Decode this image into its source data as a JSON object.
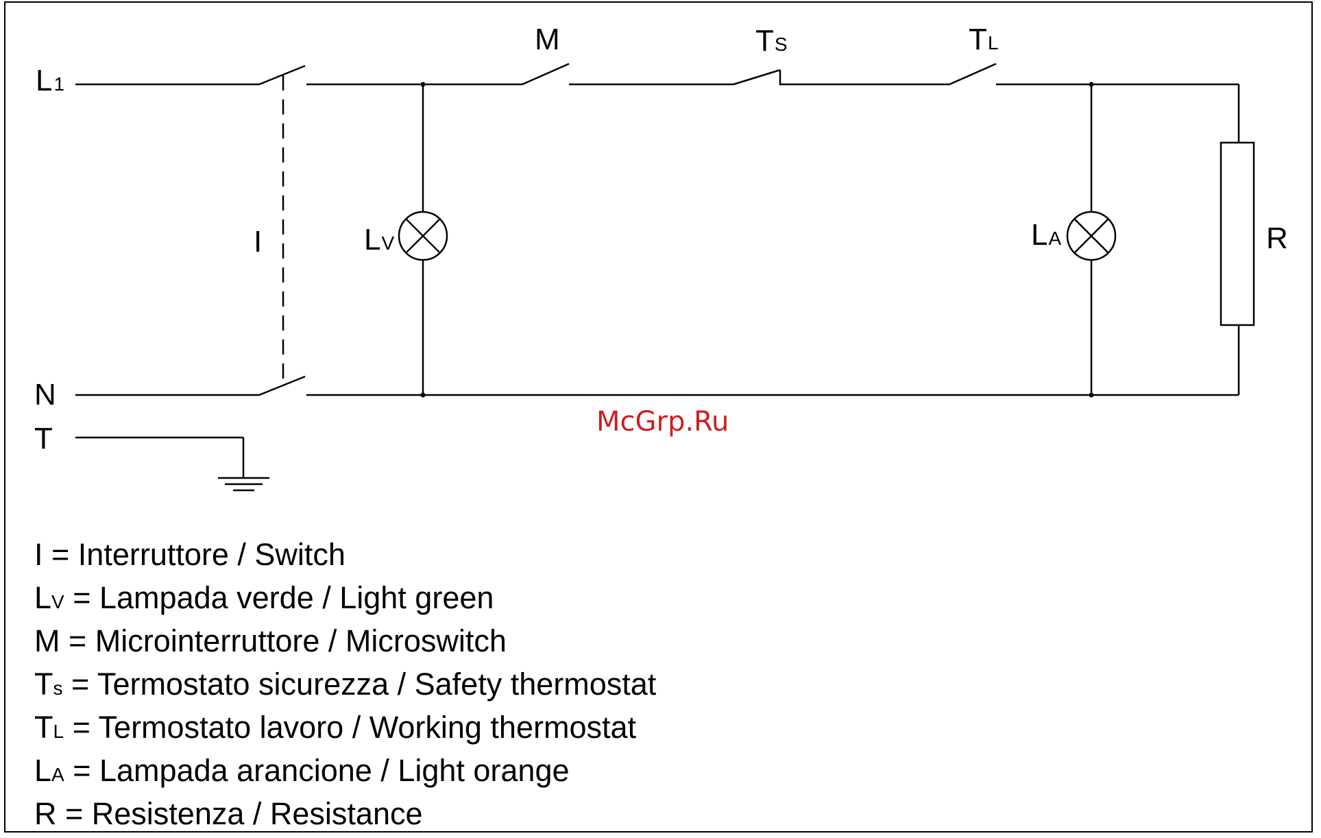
{
  "diagram": {
    "terminals": {
      "l1": {
        "main": "L",
        "sub": "1"
      },
      "n": "N",
      "t": "T"
    },
    "components": {
      "switch_i": "I",
      "microswitch": "M",
      "safety_thermostat": {
        "main": "T",
        "sub": "S"
      },
      "working_thermostat": {
        "main": "T",
        "sub": "L"
      },
      "lamp_green": {
        "main": "L",
        "sub": "V"
      },
      "lamp_orange": {
        "main": "L",
        "sub": "A"
      },
      "resistance": "R"
    },
    "watermark": "McGrp.Ru",
    "colors": {
      "line": "#000000",
      "watermark": "#cc1f1f",
      "background": "#ffffff"
    }
  },
  "legend": [
    {
      "sym": "I",
      "sub": "",
      "text": " = Interruttore / Switch"
    },
    {
      "sym": "L",
      "sub": "V",
      "text": " = Lampada verde / Light green"
    },
    {
      "sym": "M",
      "sub": "",
      "text": " = Microinterruttore / Microswitch"
    },
    {
      "sym": "T",
      "sub": "s",
      "text": " = Termostato sicurezza / Safety thermostat"
    },
    {
      "sym": "T",
      "sub": "L",
      "text": " = Termostato lavoro / Working thermostat"
    },
    {
      "sym": "L",
      "sub": "A",
      "text": " = Lampada arancione / Light orange"
    },
    {
      "sym": "R",
      "sub": "",
      "text": " = Resistenza / Resistance"
    }
  ]
}
